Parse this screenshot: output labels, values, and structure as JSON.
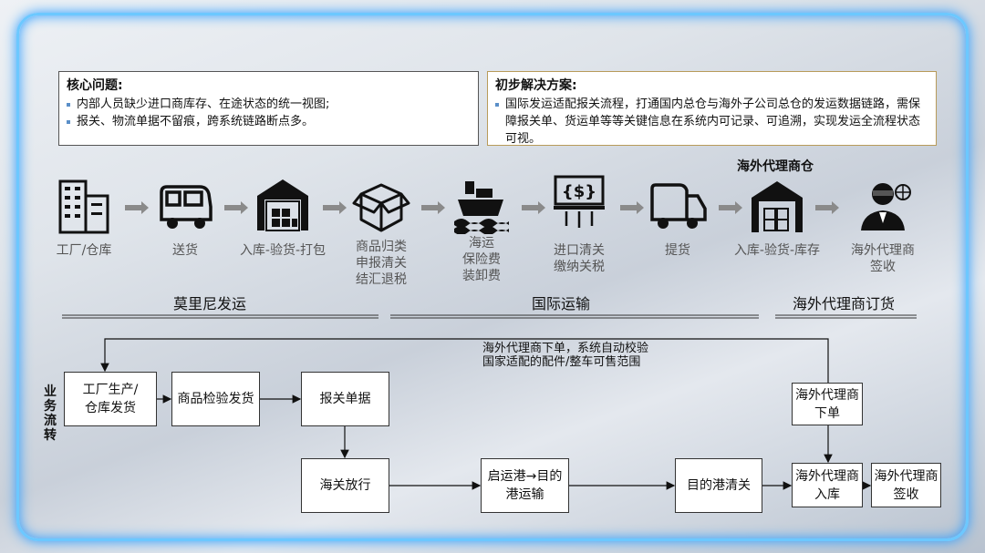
{
  "problem": {
    "title": "核心问题:",
    "items": [
      "内部人员缺少进口商库存、在途状态的统一视图;",
      "报关、物流单据不留痕，跨系统链路断点多。"
    ]
  },
  "solution": {
    "title": "初步解决方案:",
    "items": [
      "国际发运适配报关流程，打通国内总仓与海外子公司总仓的发运数据链路，需保障报关单、货运单等等关键信息在系统内可记录、可追溯，实现发运全流程状态可视。"
    ]
  },
  "warehouse_label": "海外代理商仓",
  "steps": [
    {
      "label": "工厂/仓库",
      "icon": "factory-icon"
    },
    {
      "label": "送货",
      "icon": "truck-icon"
    },
    {
      "label": "入库-验货-打包",
      "icon": "warehouse-icon"
    },
    {
      "label": "商品归类\n申报清关\n结汇退税",
      "icon": "box-icon"
    },
    {
      "label": "海运\n保险费\n装卸费",
      "icon": "ship-icon"
    },
    {
      "label": "进口清关\n缴纳关税",
      "icon": "customs-money-icon"
    },
    {
      "label": "提货",
      "icon": "truck-icon"
    },
    {
      "label": "入库-验货-库存",
      "icon": "warehouse-icon"
    },
    {
      "label": "海外代理商\n签收",
      "icon": "agent-icon"
    }
  ],
  "phases": [
    "莫里尼发运",
    "国际运输",
    "海外代理商订货"
  ],
  "flow": {
    "side_label": "业务流转",
    "note": "海外代理商下单，系统自动校验\n国家适配的配件/整车可售范围",
    "nodes": {
      "factory": "工厂生产/\n仓库发货",
      "inspect": "商品检验发货",
      "docs": "报关单据",
      "release": "海关放行",
      "transport": "启运港→目的\n港运输",
      "clear": "目的港清关",
      "order": "海外代理商\n下单",
      "stock": "海外代理商\n入库",
      "sign": "海外代理商\n签收"
    }
  }
}
